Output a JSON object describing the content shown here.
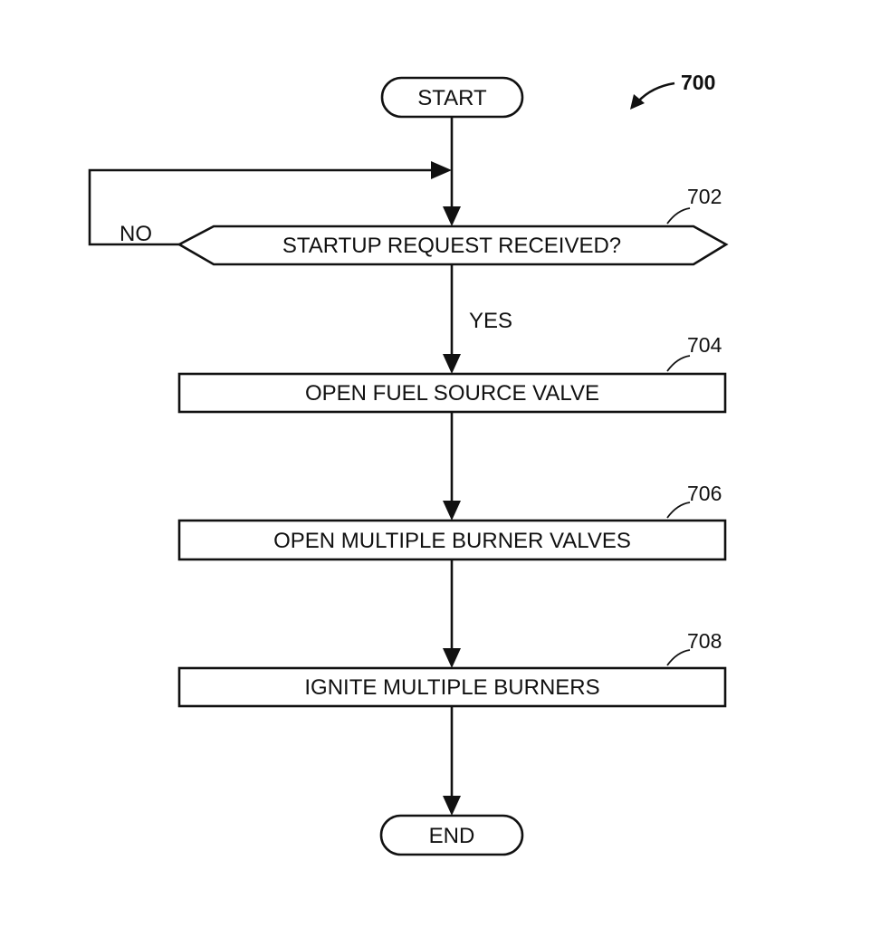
{
  "figure": {
    "ref_number": "700"
  },
  "nodes": {
    "start": {
      "label": "START"
    },
    "decision": {
      "label": "STARTUP REQUEST RECEIVED?",
      "ref": "702"
    },
    "step1": {
      "label": "OPEN FUEL SOURCE VALVE",
      "ref": "704"
    },
    "step2": {
      "label": "OPEN MULTIPLE BURNER VALVES",
      "ref": "706"
    },
    "step3": {
      "label": "IGNITE MULTIPLE BURNERS",
      "ref": "708"
    },
    "end": {
      "label": "END"
    }
  },
  "edges": {
    "no_label": "NO",
    "yes_label": "YES"
  },
  "colors": {
    "stroke": "#111111",
    "background": "#ffffff"
  }
}
